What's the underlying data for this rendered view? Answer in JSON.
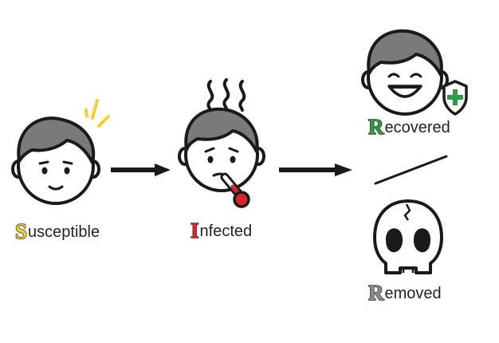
{
  "stages": {
    "susceptible": {
      "initial": "S",
      "rest": "usceptible",
      "initial_color": "#f2d02a"
    },
    "infected": {
      "initial": "I",
      "rest": "nfected",
      "initial_color": "#d8262b"
    },
    "recovered": {
      "initial": "R",
      "rest": "ecovered",
      "initial_color": "#2f9a45"
    },
    "removed": {
      "initial": "R",
      "rest": "emoved",
      "initial_color": "#8a8a8a"
    }
  },
  "icons": {
    "susceptible_face": "alert-face-icon",
    "infected_face": "feverish-face-icon",
    "heat_waves": "heat-waves-icon",
    "thermometer": "thermometer-icon",
    "recovered_face": "happy-face-icon",
    "shield": "shield-plus-icon",
    "skull": "skull-icon"
  },
  "colors": {
    "hair": "#7a7a7a",
    "outline": "#1a1a1a",
    "alert_spark": "#f2d02a",
    "fever_red": "#d8262b",
    "shield_green": "#2f9a45"
  }
}
